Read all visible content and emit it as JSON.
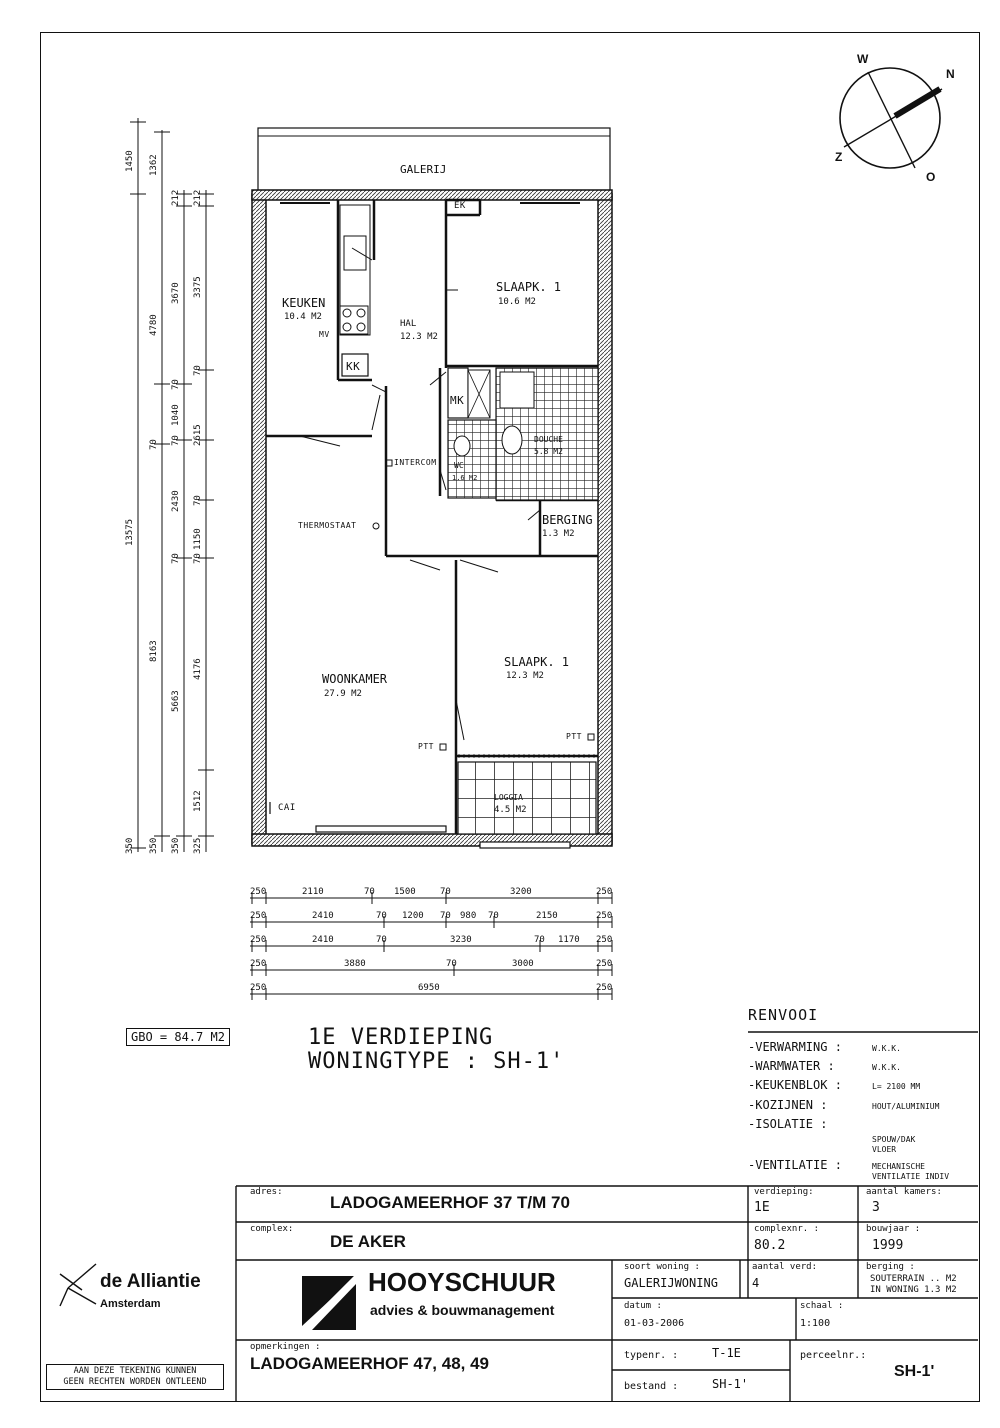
{
  "plan": {
    "rooms": {
      "galerij": "GALERIJ",
      "keuken": "KEUKEN",
      "keuken_area": "10.4  M2",
      "hal": "HAL",
      "hal_area": "12.3 M2",
      "slaapk1_top": "SLAAPK. 1",
      "slaapk1_top_area": "10.6  M2",
      "douche": "DOUCHE",
      "douche_area": "5.8  M2",
      "wc": "WC",
      "wc_area": "1.6  M2",
      "berging": "BERGING",
      "berging_area": "1.3  M2",
      "woonkamer": "WOONKAMER",
      "woonkamer_area": "27.9  M2",
      "slaapk1_bottom": "SLAAPK. 1",
      "slaapk1_bottom_area": "12.3  M2",
      "loggia": "LOGGIA",
      "loggia_area": "4.5  M2"
    },
    "fixtures": {
      "ek": "EK",
      "mv": "MV",
      "kk": "KK",
      "mk": "MK",
      "intercom": "INTERCOM",
      "thermostaat": "THERMOSTAAT",
      "ptt_left": "PTT",
      "ptt_right": "PTT",
      "cai": "CAI"
    },
    "compass": {
      "w": "W",
      "n": "N",
      "z": "Z",
      "o": "O"
    },
    "vertical_dims": {
      "col1": [
        "1450",
        "13575",
        "350"
      ],
      "col2": [
        "1362",
        "4780",
        "70",
        "8163",
        "350"
      ],
      "col3": [
        "212",
        "3670",
        "70",
        "1040",
        "70",
        "2430",
        "70",
        "5663",
        "350"
      ],
      "col4": [
        "212",
        "3375",
        "70",
        "2615",
        "70",
        "1150",
        "70",
        "4176",
        "1512",
        "325"
      ]
    },
    "horizontal_dims": {
      "row1": [
        "250",
        "2110",
        "70",
        "1500",
        "70",
        "3200",
        "250"
      ],
      "row2": [
        "250",
        "2410",
        "70",
        "1200",
        "70",
        "980",
        "70",
        "2150",
        "250"
      ],
      "row3": [
        "250",
        "2410",
        "70",
        "3230",
        "70",
        "1170",
        "250"
      ],
      "row4": [
        "250",
        "3880",
        "70",
        "3000",
        "250"
      ],
      "row5": [
        "250",
        "6950",
        "250"
      ]
    }
  },
  "gbo": "GBO = 84.7  M2",
  "title": {
    "line1": "1E VERDIEPING",
    "line2": "WONINGTYPE : SH-1'"
  },
  "renvooi": {
    "title": "RENVOOI",
    "rows": [
      {
        "label": "-VERWARMING :",
        "value": "W.K.K."
      },
      {
        "label": "-WARMWATER  :",
        "value": "W.K.K."
      },
      {
        "label": "-KEUKENBLOK :",
        "value": "L= 2100 MM"
      },
      {
        "label": "-KOZIJNEN   :",
        "value": "HOUT/ALUMINIUM"
      },
      {
        "label": "-ISOLATIE   :",
        "value": "SPOUW/DAK"
      },
      {
        "label": "-VENTILATIE :",
        "value": "MECHANISCHE"
      }
    ],
    "isolatie_extra": "VLOER",
    "ventilatie_extra": "VENTILATIE INDIV"
  },
  "titleblock": {
    "adres_label": "adres:",
    "adres": "LADOGAMEERHOF 37 T/M 70",
    "verdieping_label": "verdieping:",
    "verdieping": "1E",
    "aantal_kamers_label": "aantal kamers:",
    "aantal_kamers": "3",
    "complex_label": "complex:",
    "complex": "DE AKER",
    "complexnr_label": "complexnr. :",
    "complexnr": "80.2",
    "bouwjaar_label": "bouwjaar :",
    "bouwjaar": "1999",
    "soort_woning_label": "soort woning :",
    "soort_woning": "GALERIJWONING",
    "aantal_verd_label": "aantal verd:",
    "aantal_verd": "4",
    "berging_label": "berging :",
    "berging_line1": "SOUTERRAIN .. M2",
    "berging_line2": "IN WONING 1.3 M2",
    "datum_label": "datum :",
    "datum": "01-03-2006",
    "schaal_label": "schaal :",
    "schaal": "1:100",
    "opmerkingen_label": "opmerkingen :",
    "opmerkingen": "LADOGAMEERHOF 47, 48, 49",
    "typenr_label": "typenr.   :",
    "typenr": "T-1E",
    "bestand_label": "bestand   :",
    "bestand": "SH-1'",
    "perceelnr_label": "perceelnr.:",
    "perceelnr": "SH-1'",
    "hooyschuur": "HOOYSCHUUR",
    "hooyschuur_sub": "advies & bouwmanagement",
    "alliantie": "de Alliantie",
    "alliantie_sub": "Amsterdam"
  },
  "note": {
    "line1": "AAN DEZE TEKENING KUNNEN",
    "line2": "GEEN RECHTEN WORDEN ONTLEEND"
  }
}
